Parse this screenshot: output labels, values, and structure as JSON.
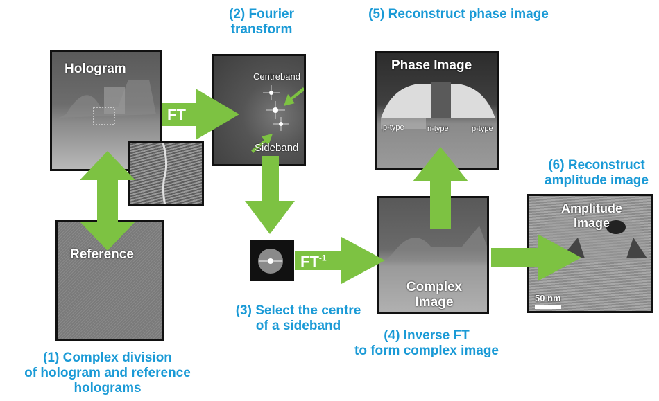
{
  "captions": {
    "step1": "(1) Complex division\nof hologram and reference\nholograms",
    "step2": "(2) Fourier\ntransform",
    "step3": "(3) Select the centre\nof a sideband",
    "step4": "(4) Inverse FT\nto form complex image",
    "step5": "(5) Reconstruct phase image",
    "step6": "(6) Reconstruct\namplitude image"
  },
  "panels": {
    "hologram": "Hologram",
    "reference": "Reference",
    "fourier": {
      "centreband": "Centreband",
      "sideband": "Sideband"
    },
    "phase": {
      "title": "Phase Image",
      "p_left": "p-type",
      "n": "n-type",
      "p_right": "p-type"
    },
    "complex": "Complex\nImage",
    "amplitude": {
      "title": "Amplitude\nImage",
      "scalebar": "50 nm"
    }
  },
  "arrows": {
    "ft": "FT",
    "ift": "FT",
    "ift_sup": "-1"
  },
  "colors": {
    "caption": "#1a9ad6",
    "arrow": "#7dc242",
    "panel_bg": "#7a7a7a"
  }
}
